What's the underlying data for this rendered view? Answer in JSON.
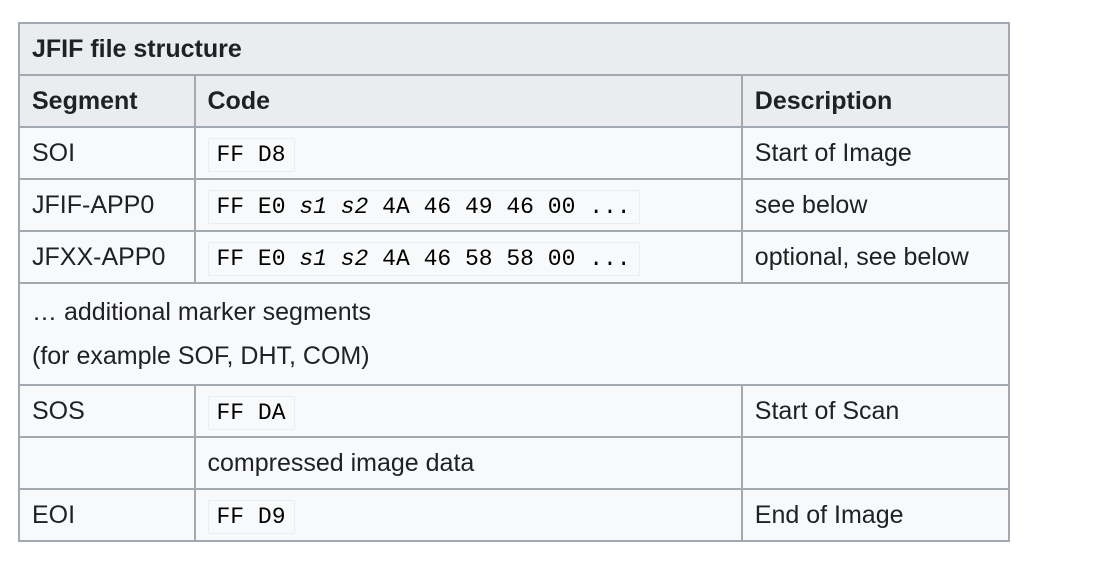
{
  "caption": "JFIF file structure",
  "headers": {
    "segment": "Segment",
    "code": "Code",
    "description": "Description"
  },
  "rows": [
    {
      "segment": "SOI",
      "code": "FF D8",
      "description": "Start of Image"
    },
    {
      "segment": "JFIF-APP0",
      "code_pre": "FF E0 ",
      "code_s1": "s1",
      "code_mid": " ",
      "code_s2": "s2",
      "code_post": " 4A 46 49 46 00 ...",
      "description": "see below"
    },
    {
      "segment": "JFXX-APP0",
      "code_pre": "FF E0 ",
      "code_s1": "s1",
      "code_mid": " ",
      "code_s2": "s2",
      "code_post": " 4A 46 58 58 00 ...",
      "description": "optional, see below"
    },
    {
      "line1": "… additional marker segments",
      "line2": "(for example SOF, DHT, COM)"
    },
    {
      "segment": "SOS",
      "code": "FF DA",
      "description": "Start of Scan"
    },
    {
      "segment": "",
      "text": "compressed image data",
      "description": ""
    },
    {
      "segment": "EOI",
      "code": "FF D9",
      "description": "End of Image"
    }
  ]
}
